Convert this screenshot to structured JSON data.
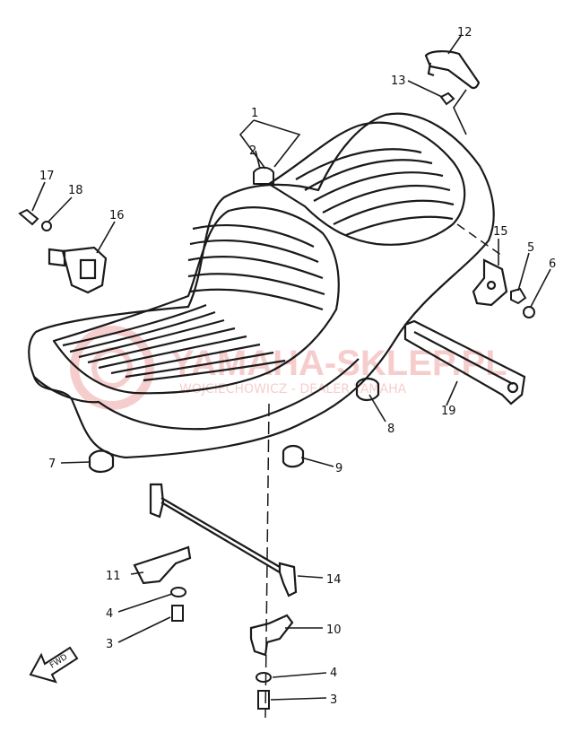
{
  "diagram": {
    "callouts": {
      "c1": "1",
      "c2": "2",
      "c3a": "3",
      "c3b": "3",
      "c4a": "4",
      "c4b": "4",
      "c5": "5",
      "c6": "6",
      "c7": "7",
      "c8": "8",
      "c9": "9",
      "c10": "10",
      "c11": "11",
      "c12": "12",
      "c13": "13",
      "c14": "14",
      "c15": "15",
      "c16": "16",
      "c17": "17",
      "c18": "18",
      "c19": "19"
    },
    "fwd_label": "FWD",
    "watermark": {
      "brand": "YAMAHA-SKLEP.PL",
      "dealer": "WOJCIECHOWICZ - DEALER YAMAHA",
      "color": "#e05050"
    },
    "line_color": "#1a1a1a"
  }
}
